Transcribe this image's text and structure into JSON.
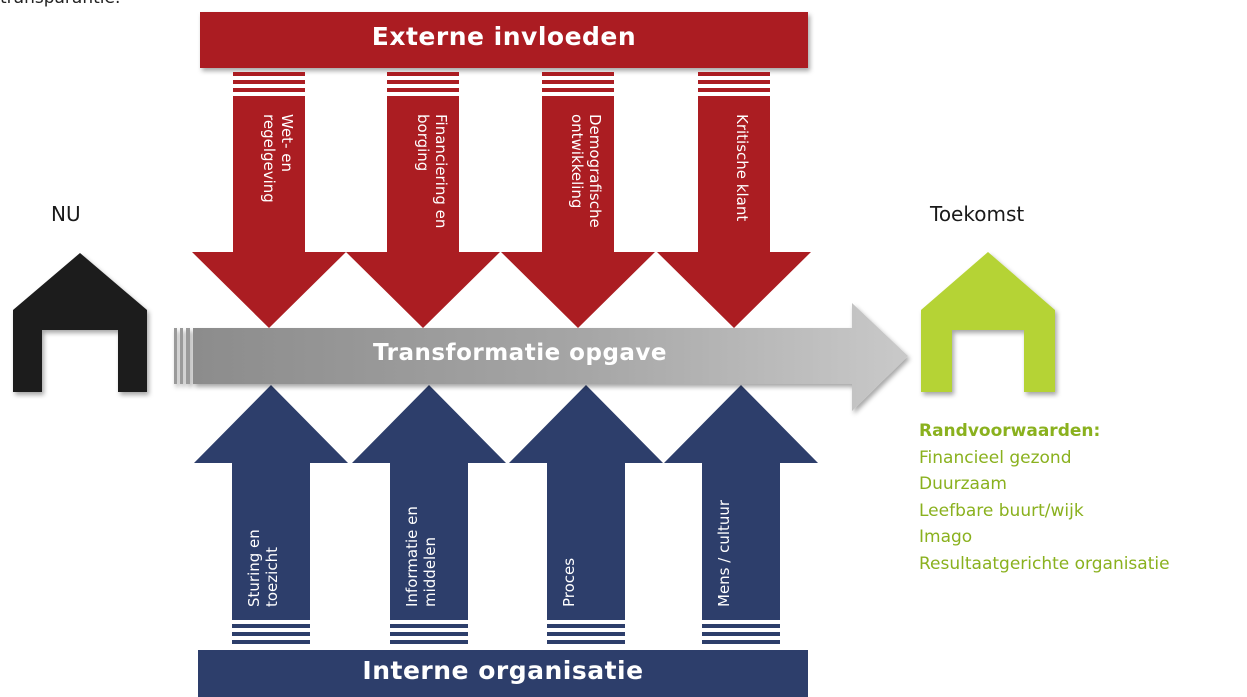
{
  "top_fragment": "transparantie.",
  "left_label": "NU",
  "right_label": "Toekomst",
  "external": {
    "title": "Externe invloeden",
    "arrows": [
      {
        "line1": "Wet- en",
        "line2": "regelgeving"
      },
      {
        "line1": "Financiering en",
        "line2": "borging"
      },
      {
        "line1": "Demografische",
        "line2": "ontwikkeling"
      },
      {
        "line1": "Kritische klant",
        "line2": ""
      }
    ]
  },
  "internal": {
    "title": "Interne organisatie",
    "arrows": [
      {
        "line1": "Sturing en",
        "line2": "toezicht"
      },
      {
        "line1": "Informatie en",
        "line2": "middelen"
      },
      {
        "line1": "Proces",
        "line2": ""
      },
      {
        "line1": "Mens / cultuur",
        "line2": ""
      }
    ]
  },
  "transformation": "Transformatie opgave",
  "conditions": {
    "heading": "Randvoorwaarden:",
    "items": [
      "Financieel gezond",
      "Duurzaam",
      "Leefbare buurt/wijk",
      "Imago",
      "Resultaatgerichte organisatie"
    ]
  },
  "colors": {
    "external_red": "#ab1d22",
    "internal_navy": "#2d3e6b",
    "transformation_gray": "#9a9a9a",
    "house_now": "#1a1a1a",
    "house_future": "#b5d334",
    "conditions_green": "#8ab11e"
  }
}
